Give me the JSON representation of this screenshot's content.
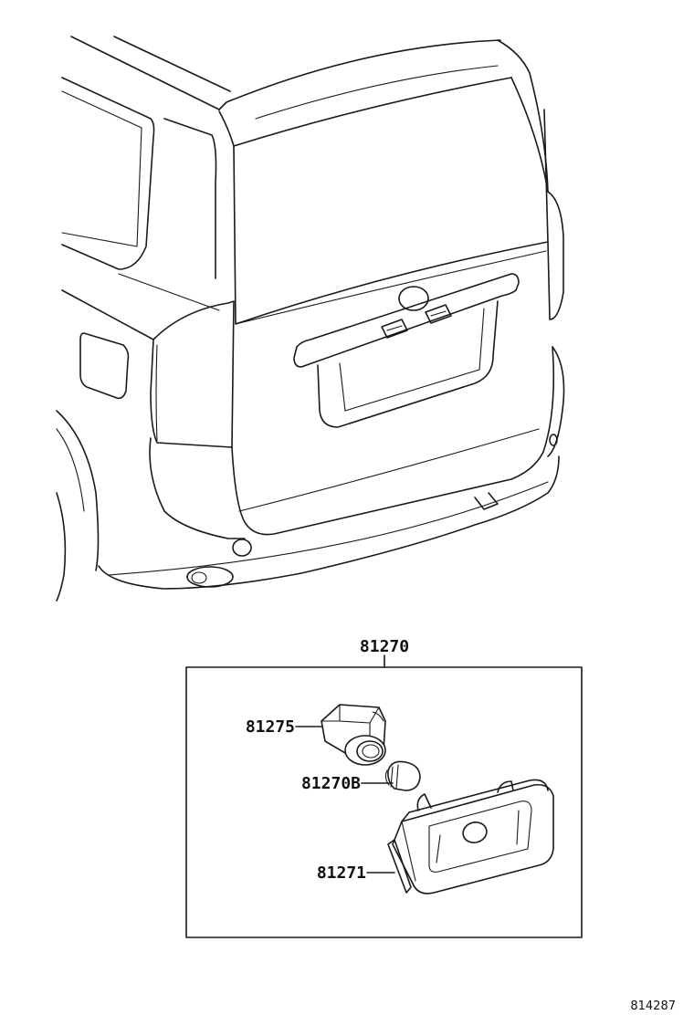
{
  "callouts": {
    "assembly": "81270",
    "socket": "81275",
    "bulb": "81270B",
    "housing": "81271"
  },
  "figure_code": "814287"
}
